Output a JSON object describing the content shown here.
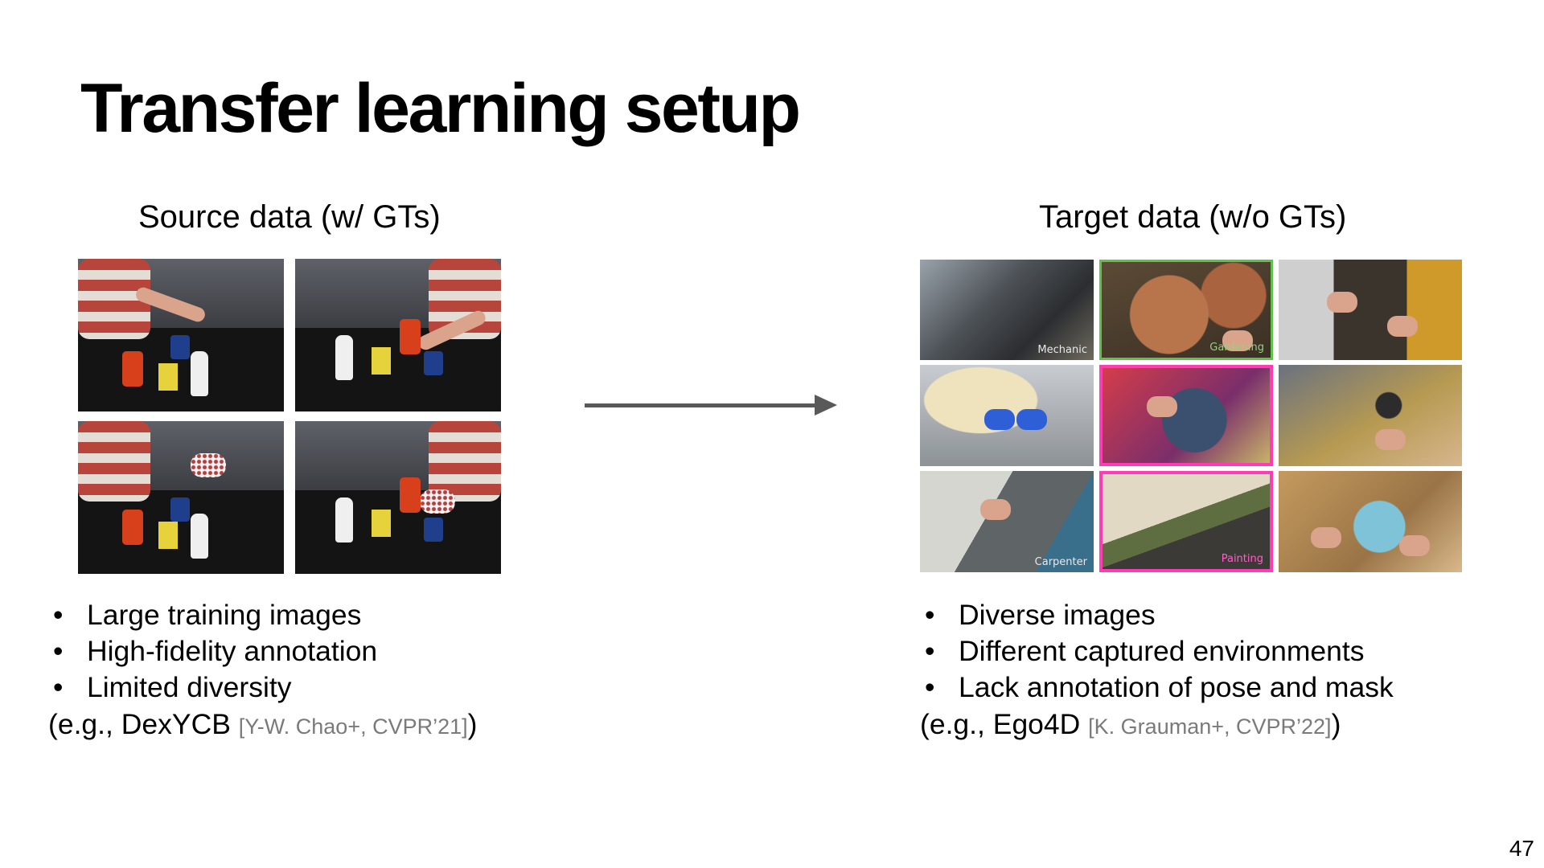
{
  "slide": {
    "title": "Transfer learning setup",
    "page_number": "47"
  },
  "source": {
    "caption": "Source data (w/ GTs)",
    "bullets": [
      "Large training images",
      "High-fidelity annotation",
      "Limited diversity"
    ],
    "example": {
      "prefix": "(e.g., DexYCB ",
      "citation": "[Y-W. Chao+, CVPR’21]",
      "suffix": ")"
    }
  },
  "target": {
    "caption": "Target data (w/o GTs)",
    "bullets": [
      "Diverse images",
      "Different captured environments",
      "Lack annotation of pose and mask"
    ],
    "example": {
      "prefix": "(e.g., Ego4D ",
      "citation": "[K. Grauman+, CVPR’22]",
      "suffix": ")"
    },
    "image_labels": {
      "mechanic": "Mechanic",
      "gardening": "Gardening",
      "carpenter": "Carpenter",
      "painting": "Painting"
    }
  },
  "bullet_glyph": "•",
  "colors": {
    "arrow": "#595959",
    "citation": "#7a7a7a",
    "highlight_pink": "#ff3cb4",
    "highlight_green": "#5fc24a"
  }
}
